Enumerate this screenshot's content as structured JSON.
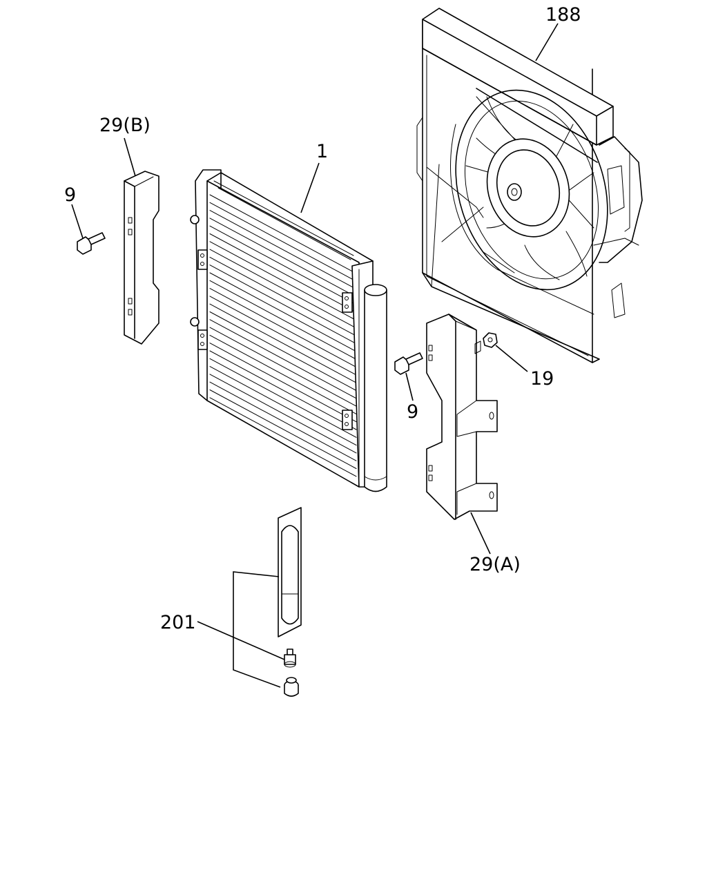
{
  "callouts": {
    "fan_shroud": "188",
    "bracket_b": "29(B)",
    "condenser": "1",
    "bolt_left": "9",
    "bolt_right": "9",
    "nut": "19",
    "bracket_a": "29(A)",
    "dryer_kit": "201"
  }
}
